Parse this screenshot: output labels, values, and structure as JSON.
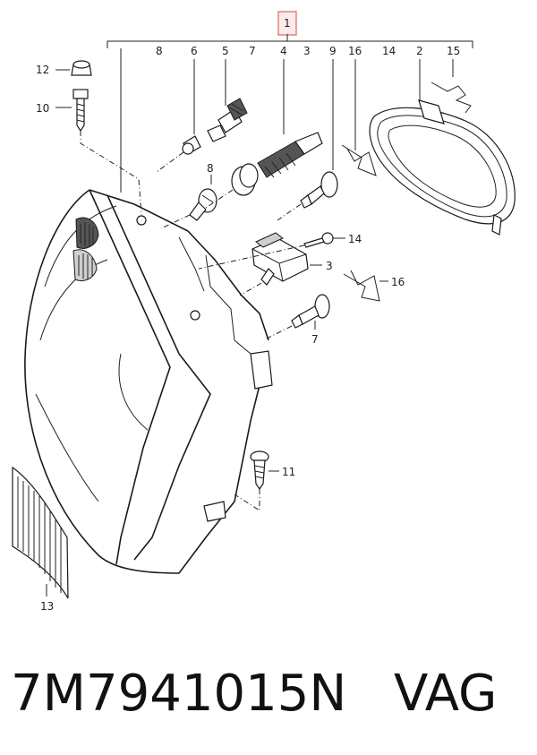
{
  "labels": {
    "assembly": "1",
    "top_row": [
      "8",
      "6",
      "5",
      "7",
      "4",
      "3",
      "9",
      "16",
      "14",
      "2",
      "15"
    ],
    "n12": "12",
    "n10": "10",
    "n8": "8",
    "n14": "14",
    "n3": "3",
    "n16": "16",
    "n7": "7",
    "n11": "11",
    "n13": "13"
  },
  "caption": {
    "part_number": "7M7941015N",
    "brand": "VAG"
  },
  "colors": {
    "assembly_box": "#e06666"
  }
}
